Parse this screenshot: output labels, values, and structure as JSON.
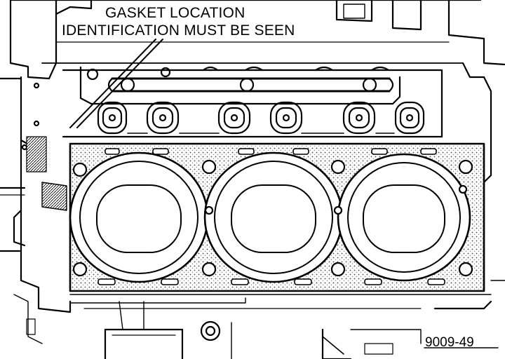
{
  "callout": {
    "line1": "GASKET LOCATION",
    "line2": "IDENTIFICATION MUST BE SEEN"
  },
  "figure_id": "9009-49",
  "colors": {
    "ink": "#000000",
    "paper": "#ffffff",
    "stipple": "#555555"
  }
}
